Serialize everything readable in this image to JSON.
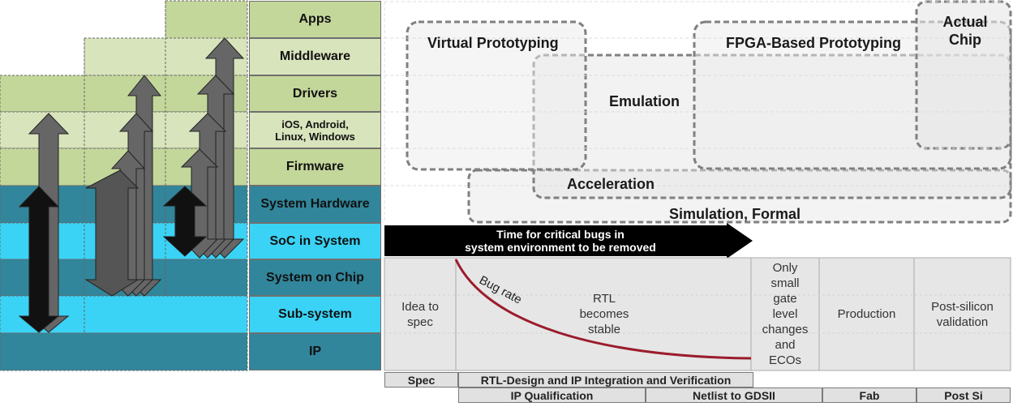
{
  "layers": [
    {
      "id": "apps",
      "label": "Apps",
      "color": "#c4d79b"
    },
    {
      "id": "middleware",
      "label": "Middleware",
      "color": "#d8e4bc"
    },
    {
      "id": "drivers",
      "label": "Drivers",
      "color": "#c4d79b"
    },
    {
      "id": "os",
      "label": "iOS, Android,\nLinux, Windows",
      "color": "#d8e4bc"
    },
    {
      "id": "firmware",
      "label": "Firmware",
      "color": "#c4d79b"
    },
    {
      "id": "system-hardware",
      "label": "System Hardware",
      "color": "#31869b"
    },
    {
      "id": "soc-in-system",
      "label": "SoC in System",
      "color": "#3ad3f5"
    },
    {
      "id": "system-on-chip",
      "label": "System on Chip",
      "color": "#31869b"
    },
    {
      "id": "sub-system",
      "label": "Sub-system",
      "color": "#3ad3f5"
    },
    {
      "id": "ip",
      "label": "IP",
      "color": "#31869b"
    }
  ],
  "engines": {
    "virtual_prototyping": "Virtual Prototyping",
    "fpga_prototyping": "FPGA-Based Prototyping",
    "actual_chip": "Actual\nChip",
    "emulation": "Emulation",
    "acceleration": "Acceleration",
    "simulation_formal": "Simulation, Formal"
  },
  "banner": {
    "text": "Time for critical bugs in\nsystem environment to be removed"
  },
  "phases": {
    "idea": "Idea to\nspec",
    "rtl": "RTL\nbecomes\nstable",
    "bug_rate": "Bug rate",
    "gate": "Only\nsmall\ngate\nlevel\nchanges\nand\nECOs",
    "production": "Production",
    "post_silicon": "Post-silicon\nvalidation"
  },
  "timeline": {
    "row1": [
      "Spec",
      "RTL-Design and IP Integration and Verification"
    ],
    "row2": [
      "IP Qualification",
      "Netlist to GDSII",
      "Fab",
      "Post Si"
    ]
  },
  "colors": {
    "arrow": "#555555",
    "banner": "#000000",
    "bug_curve": "#9b1c2c",
    "phase_bg": "#e6e6e6",
    "engine_border": "#808080"
  }
}
